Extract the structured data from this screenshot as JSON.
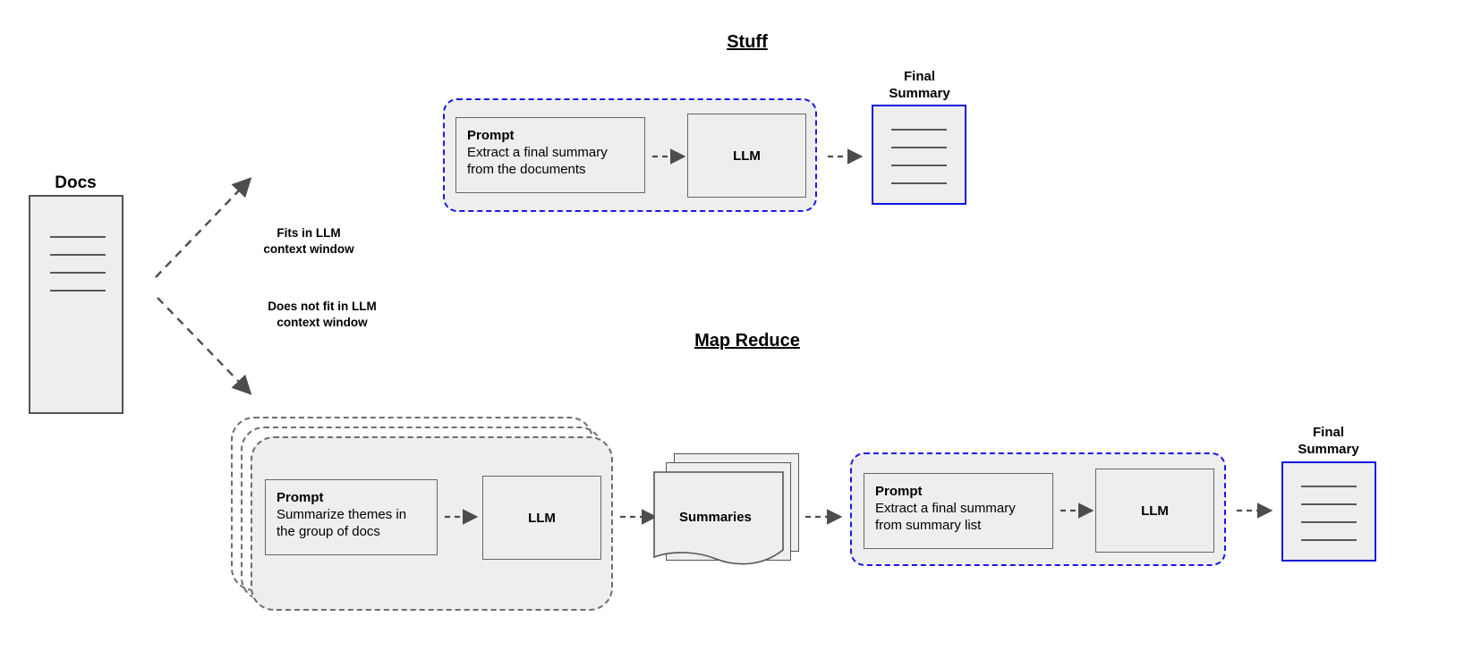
{
  "diagram": {
    "title_stuff": "Stuff",
    "title_map_reduce": "Map Reduce"
  },
  "source": {
    "caption": "Docs",
    "line_count": 4
  },
  "branches": [
    {
      "label_line1": "Fits in LLM",
      "label_line2": "context window",
      "direction": "up"
    },
    {
      "label_line1": "Does not fit in LLM",
      "label_line2": "context window",
      "direction": "down"
    }
  ],
  "stuff": {
    "prompt": {
      "title": "Prompt",
      "line1": "Extract a final summary",
      "line2": "from the documents"
    },
    "llm": "LLM",
    "final_summary": {
      "caption_line1": "Final",
      "caption_line2": "Summary",
      "line_count": 4
    }
  },
  "map_reduce": {
    "map": {
      "prompt": {
        "title": "Prompt",
        "line1": "Summarize themes in",
        "line2": "the group of docs"
      },
      "llm": "LLM",
      "stack_copies": 3
    },
    "summaries": {
      "label": "Summaries",
      "sheet_count": 3
    },
    "reduce": {
      "prompt": {
        "title": "Prompt",
        "line1": "Extract a final summary",
        "line2": "from summary list"
      },
      "llm": "LLM"
    },
    "final_summary": {
      "caption_line1": "Final",
      "caption_line2": "Summary",
      "line_count": 4
    }
  },
  "colors": {
    "accent_blue": "#1414e0",
    "box_fill": "#eeeeee",
    "box_stroke": "#545454",
    "dashed_gray": "#6e6e6e",
    "arrow_gray": "#4d4d4d",
    "text": "#000000"
  }
}
